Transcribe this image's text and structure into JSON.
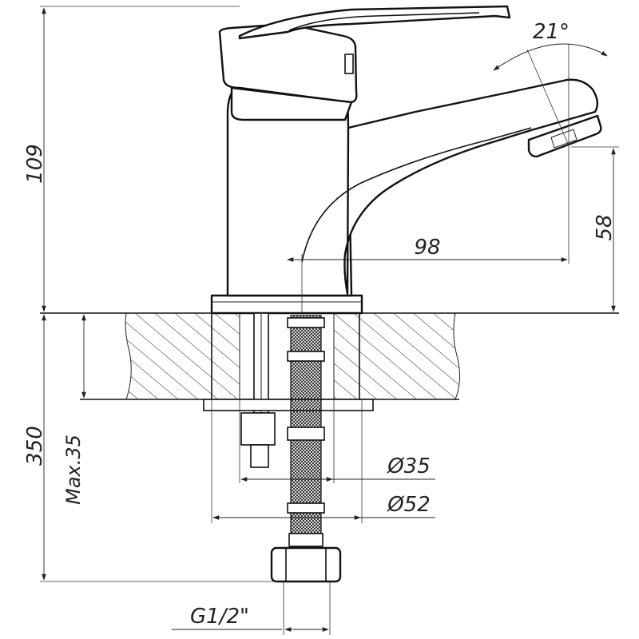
{
  "dimensions": {
    "height_above": "109",
    "angle": "21°",
    "spout_height": "58",
    "spout_reach": "98",
    "depth_total": "350",
    "max_thickness": "Max.35",
    "dia_small": "Ø35",
    "dia_large": "Ø52",
    "thread": "G1/2\""
  }
}
